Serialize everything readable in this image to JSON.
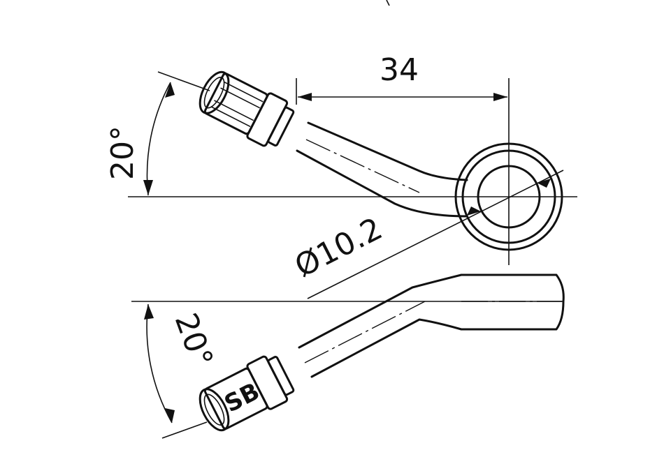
{
  "dimensions": {
    "length": "34",
    "angle_top": "20°",
    "angle_bottom": "20°",
    "eye_diameter": "Ø10.2"
  },
  "markings": {
    "logo": "SB"
  },
  "colors": {
    "ink": "#111111",
    "background": "#ffffff"
  }
}
